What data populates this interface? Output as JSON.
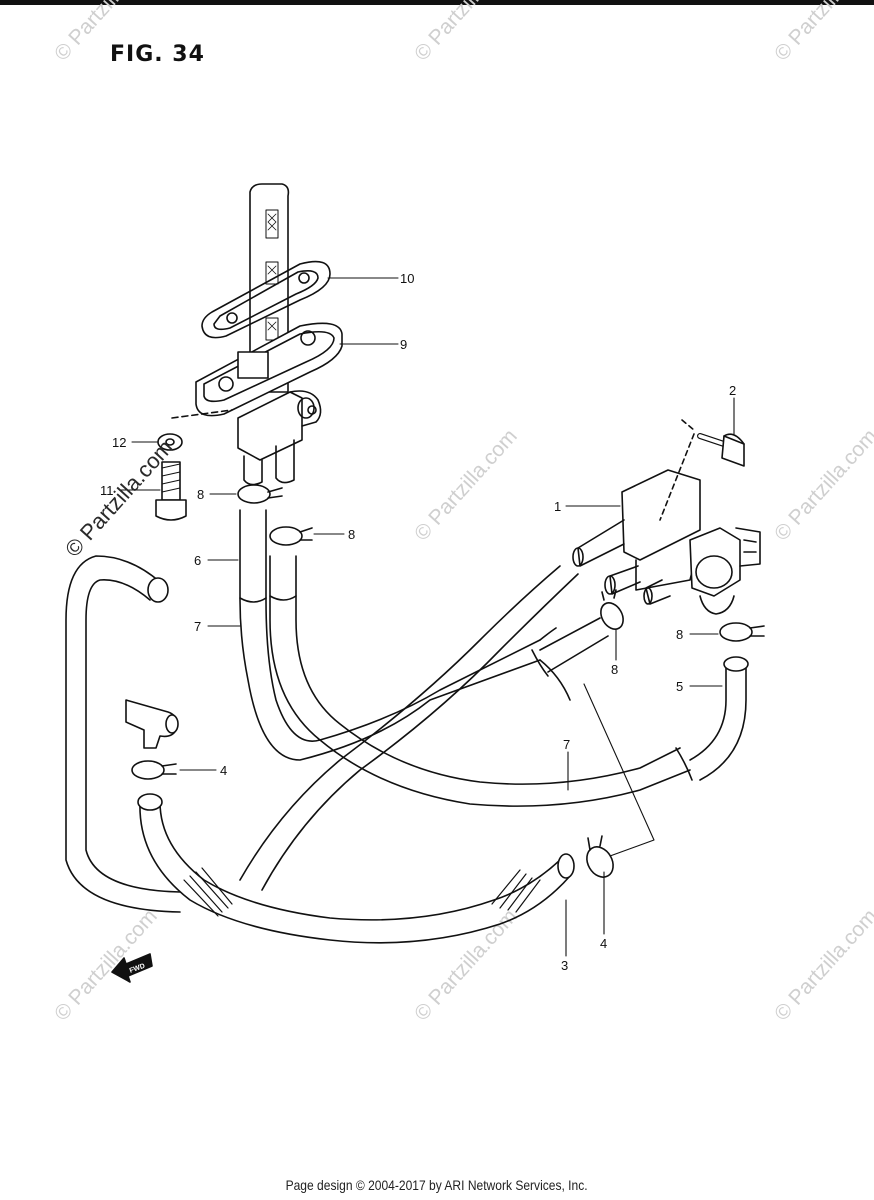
{
  "figure": {
    "title": "FIG. 34"
  },
  "callouts": [
    {
      "id": "c1",
      "label": "1"
    },
    {
      "id": "c2",
      "label": "2"
    },
    {
      "id": "c3",
      "label": "3"
    },
    {
      "id": "c4a",
      "label": "4"
    },
    {
      "id": "c4b",
      "label": "4"
    },
    {
      "id": "c5",
      "label": "5"
    },
    {
      "id": "c6",
      "label": "6"
    },
    {
      "id": "c7a",
      "label": "7"
    },
    {
      "id": "c7b",
      "label": "7"
    },
    {
      "id": "c8a",
      "label": "8"
    },
    {
      "id": "c8b",
      "label": "8"
    },
    {
      "id": "c8c",
      "label": "8"
    },
    {
      "id": "c8d",
      "label": "8"
    },
    {
      "id": "c9",
      "label": "9"
    },
    {
      "id": "c10",
      "label": "10"
    },
    {
      "id": "c11",
      "label": "11"
    },
    {
      "id": "c12",
      "label": "12"
    }
  ],
  "fwd_badge": "FWD",
  "watermark": {
    "main": "© Partzilla.com",
    "faint": "© Partzilla.com"
  },
  "footer": {
    "credit": "Page design © 2004-2017 by ARI Network Services, Inc."
  },
  "colors": {
    "ink": "#111111",
    "watermark": "#cfcfcf"
  }
}
